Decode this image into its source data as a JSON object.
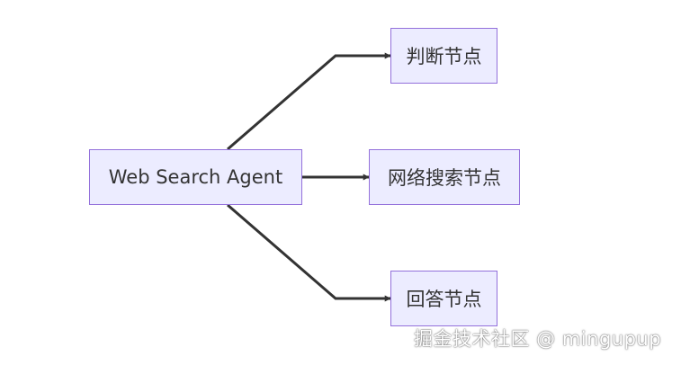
{
  "diagram": {
    "root": {
      "label": "Web Search Agent"
    },
    "children": [
      {
        "id": "judge",
        "label": "判断节点"
      },
      {
        "id": "search",
        "label": "网络搜索节点"
      },
      {
        "id": "answer",
        "label": "回答节点"
      }
    ]
  },
  "watermark": "掘金技术社区 @ mingupup",
  "colors": {
    "node_fill": "#ECECFF",
    "node_border": "#9370DB",
    "edge": "#333333",
    "text": "#333333"
  }
}
